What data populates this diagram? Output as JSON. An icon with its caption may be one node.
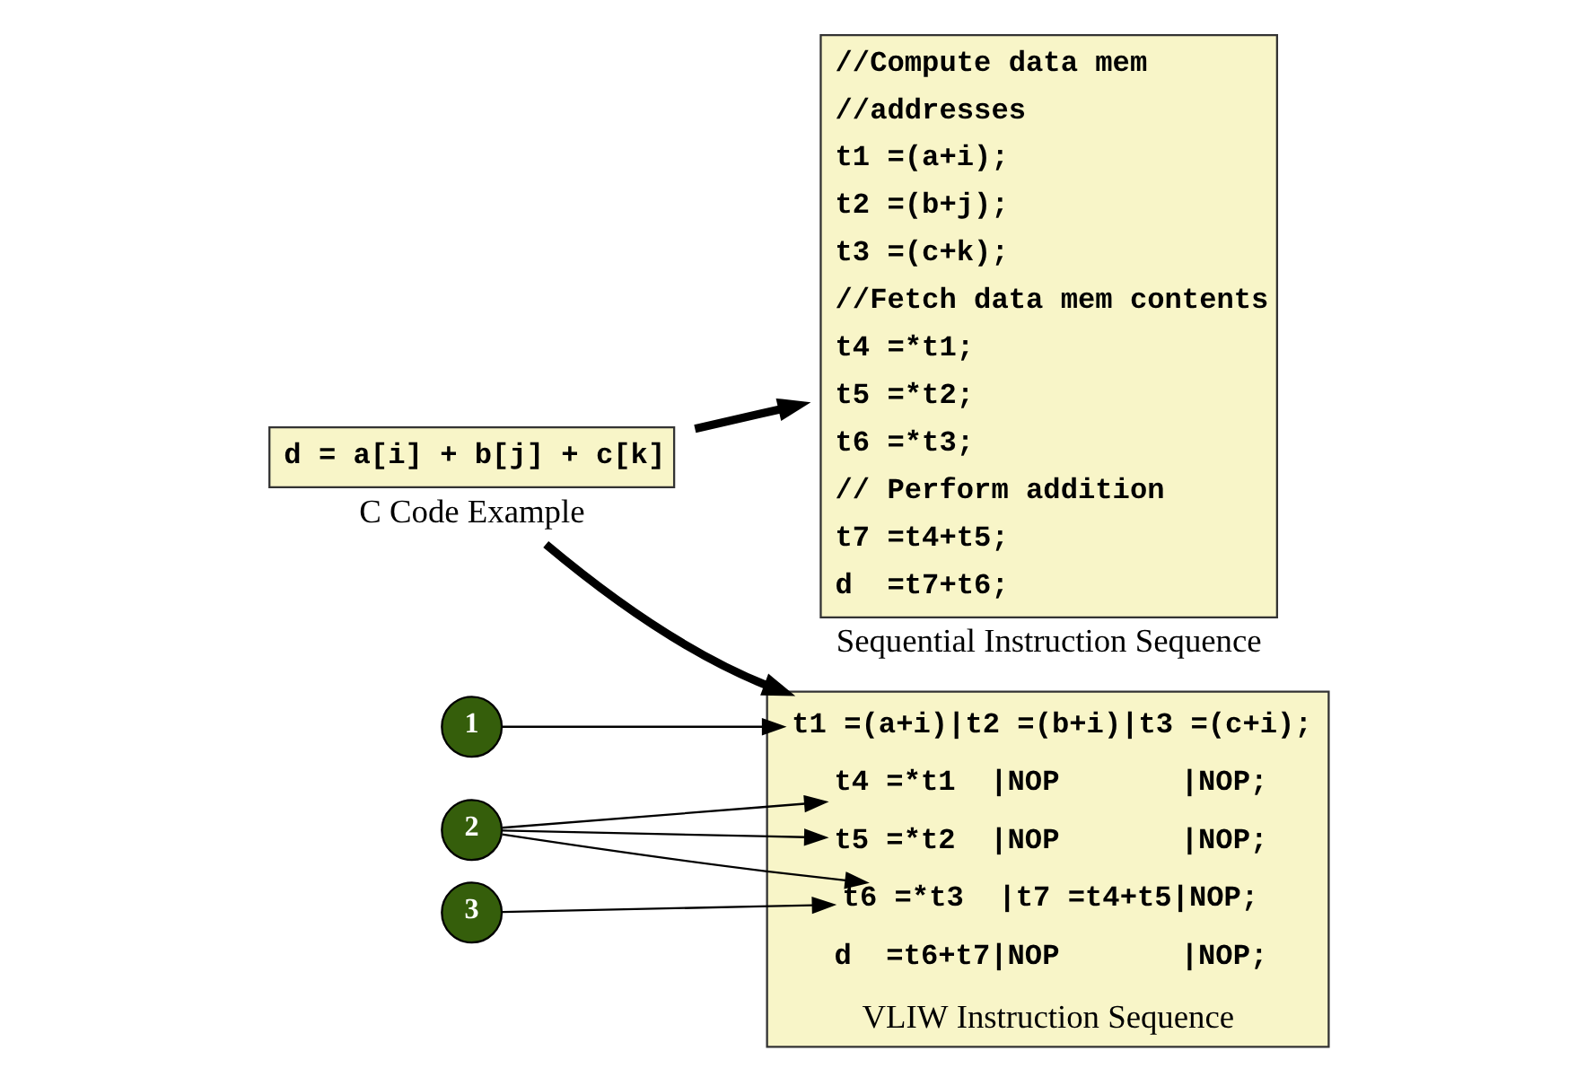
{
  "diagram": {
    "nodes": [
      {
        "text": [
          "d = a[i] + b[j] + c[k]"
        ],
        "beside": [
          "C Code Example"
        ]
      },
      {
        "text": [
          "//Compute data mem",
          "//addresses",
          "t1 =(a+i);",
          "t2 =(b+j);",
          "t3 =(c+k);",
          "//Fetch data mem contents",
          "t4 =*t1;",
          "t5 =*t2;",
          "t6 =*t3;",
          "// Perform addition",
          "t7 =t4+t5;",
          "d  =t7+t6;"
        ],
        "beside": [
          "Sequential Instruction Sequence"
        ]
      },
      {
        "text": [
          "VLIW Instruction Sequence"
        ]
      },
      {
        "text": [
          "t1 =(a+i)|t2 =(b+i)|t3 =(c+i);"
        ],
        "in": 2
      },
      {
        "text": [
          "t4 =*t1  |NOP       |NOP;"
        ],
        "in": 2
      },
      {
        "text": [
          "t5 =*t2  |NOP       |NOP;"
        ],
        "in": 2
      },
      {
        "text": [
          "t6 =*t3  |t7 =t4+t5|NOP;"
        ],
        "in": 2
      },
      {
        "text": [
          "d  =t6+t7|NOP       |NOP;"
        ],
        "in": 2
      },
      {
        "text": [
          "1"
        ]
      },
      {
        "text": [
          "2"
        ]
      },
      {
        "text": [
          "3"
        ]
      }
    ],
    "edges": [
      {
        "from": 0,
        "to": 1,
        "arrow": "to",
        "style": "thick"
      },
      {
        "from": 0,
        "to": 2,
        "arrow": "to",
        "style": "thick"
      },
      {
        "from": 8,
        "to": 3,
        "arrow": "to"
      },
      {
        "from": 9,
        "to": 4,
        "arrow": "to"
      },
      {
        "from": 9,
        "to": 5,
        "arrow": "to"
      },
      {
        "from": 9,
        "to": 6,
        "arrow": "to"
      },
      {
        "from": 10,
        "to": 6,
        "arrow": "to"
      }
    ]
  }
}
